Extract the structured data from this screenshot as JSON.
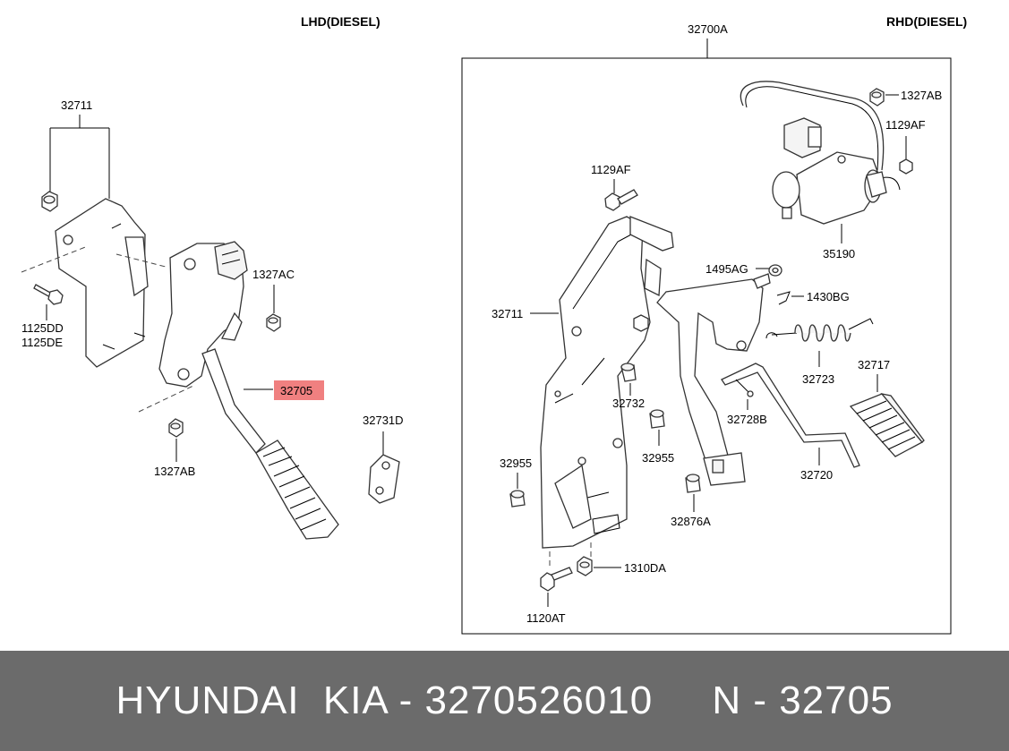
{
  "headers": {
    "left": "LHD(DIESEL)",
    "right": "RHD(DIESEL)"
  },
  "callouts": {
    "c32711_l": "32711",
    "c1327AC": "1327AC",
    "c1125DD": "1125DD",
    "c1125DE": "1125DE",
    "c32705": "32705",
    "c32731D": "32731D",
    "c1327AB_l": "1327AB",
    "c32700A": "32700A",
    "c1327AB_r": "1327AB",
    "c1129AF_r": "1129AF",
    "c1129AF_m": "1129AF",
    "c35190": "35190",
    "c1495AG": "1495AG",
    "c1430BG": "1430BG",
    "c32711_r": "32711",
    "c32723": "32723",
    "c32717": "32717",
    "c32732": "32732",
    "c32728B": "32728B",
    "c32955_l": "32955",
    "c32955_m": "32955",
    "c32720": "32720",
    "c32876A": "32876A",
    "c1310DA": "1310DA",
    "c1120AT": "1120AT"
  },
  "footer": {
    "text": "HYUNDAI  KIA - 3270526010     N - 32705"
  },
  "colors": {
    "highlight": "#f08080",
    "footer_bg": "#6b6b6b",
    "footer_text": "#ffffff"
  }
}
